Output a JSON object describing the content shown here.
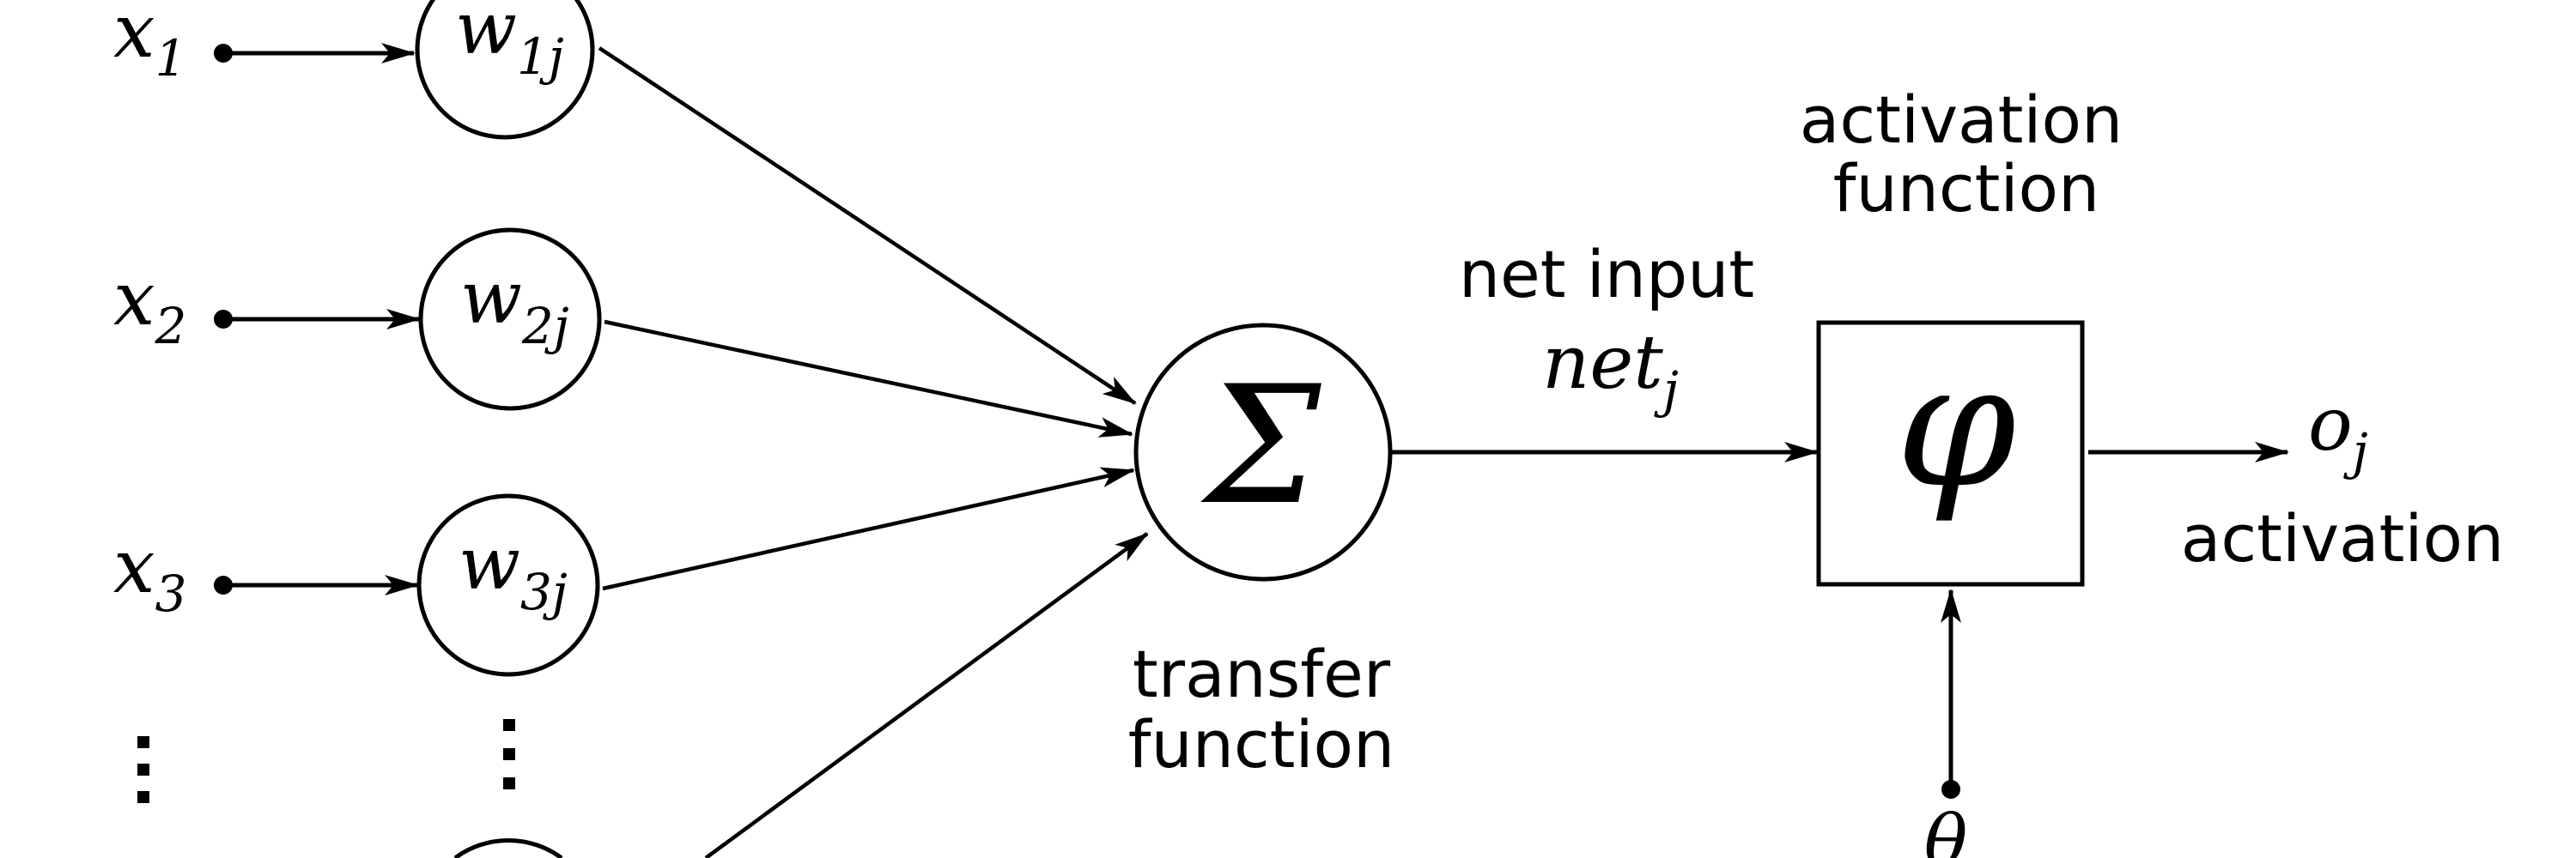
{
  "inputs": [
    {
      "base": "x",
      "sub": "1"
    },
    {
      "base": "x",
      "sub": "2"
    },
    {
      "base": "x",
      "sub": "3"
    }
  ],
  "weights": [
    {
      "base": "w",
      "sub": "1j"
    },
    {
      "base": "w",
      "sub": "2j"
    },
    {
      "base": "w",
      "sub": "3j"
    }
  ],
  "summation": {
    "symbol": "Σ",
    "label_line1": "transfer",
    "label_line2": "function"
  },
  "net_input": {
    "label": "net input",
    "base": "net",
    "sub": "j"
  },
  "activation_function": {
    "symbol": "φ",
    "label_line1": "activation",
    "label_line2": "function"
  },
  "output": {
    "base": "o",
    "sub": "j",
    "label": "activation"
  },
  "threshold": {
    "symbol": "θ"
  },
  "ellipsis": "⋮"
}
